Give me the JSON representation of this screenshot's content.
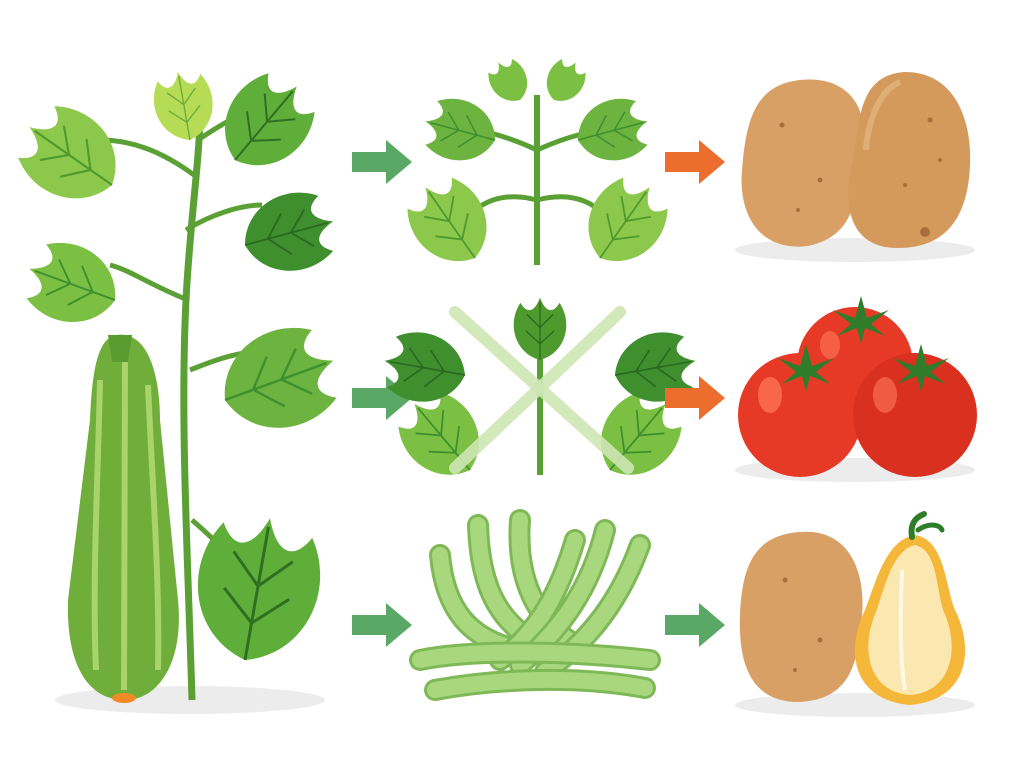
{
  "colors": {
    "background": "#ffffff",
    "leaf_light": "#8cc84b",
    "leaf_mid": "#6db33f",
    "leaf_dark": "#3f8f2f",
    "leaf_vein": "#2f6f22",
    "stem": "#5aa035",
    "zucchini_body": "#6fae3a",
    "zucchini_stripe": "#a9d46b",
    "zucchini_tip": "#f08a24",
    "arrow_green": "#5aa865",
    "arrow_orange": "#ec6d2e",
    "cross": "#cfe6b4",
    "bean": "#a9d77e",
    "bean_dark": "#7fb957",
    "potato": "#d9a066",
    "potato_shade": "#c38650",
    "tomato": "#e63a26",
    "tomato_highlight": "#ff7a5a",
    "tomato_stem": "#2f7d2a",
    "squash": "#fbe8b0",
    "squash_rim": "#f5b73a",
    "shadow": "#ececec"
  },
  "icons": {
    "main_plant": "zucchini-plant-icon",
    "row1_middle": "young-plant-icon",
    "row1_result": "potatoes-icon",
    "row2_middle": "crossed-plant-icon",
    "row2_result": "tomatoes-icon",
    "row3_middle": "green-beans-icon",
    "row3_result": "potato-and-squash-icon"
  },
  "rows": [
    {
      "arrow1_color": "arrow_green",
      "arrow2_color": "arrow_orange",
      "crossed_out": false
    },
    {
      "arrow1_color": "arrow_green",
      "arrow2_color": "arrow_orange",
      "crossed_out": true
    },
    {
      "arrow1_color": "arrow_green",
      "arrow2_color": "arrow_green",
      "crossed_out": false
    }
  ]
}
